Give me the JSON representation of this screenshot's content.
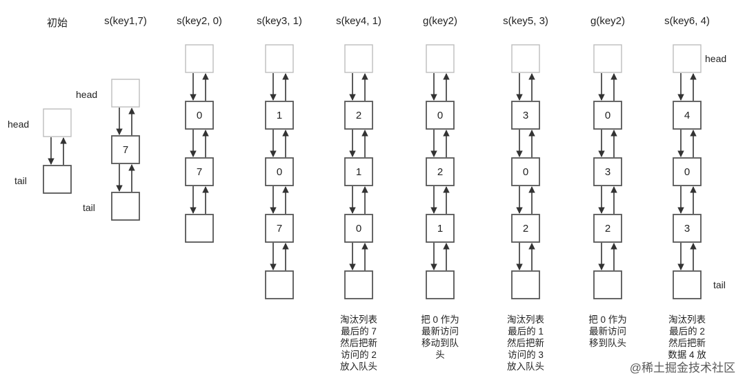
{
  "columns": [
    {
      "title": "初始",
      "nodes": [
        "",
        ""
      ],
      "ghost_head": true,
      "head_label": "head",
      "tail_label": "tail"
    },
    {
      "title": "s(key1,7)",
      "nodes": [
        "",
        "7",
        ""
      ],
      "ghost_head": true,
      "head_label": "head",
      "tail_label": "tail"
    },
    {
      "title": "s(key2, 0)",
      "nodes": [
        "",
        "0",
        "7",
        ""
      ],
      "ghost_head": true
    },
    {
      "title": "s(key3, 1)",
      "nodes": [
        "",
        "1",
        "0",
        "7",
        ""
      ],
      "ghost_head": true
    },
    {
      "title": "s(key4, 1)",
      "nodes": [
        "",
        "2",
        "1",
        "0",
        ""
      ],
      "ghost_head": true,
      "note": [
        "淘汰列表",
        "最后的 7",
        "然后把新",
        "访问的 2",
        "放入队头"
      ]
    },
    {
      "title": "g(key2)",
      "nodes": [
        "",
        "0",
        "2",
        "1",
        ""
      ],
      "ghost_head": true,
      "note": [
        "把 0 作为",
        "最新访问",
        "移动到队",
        "头"
      ]
    },
    {
      "title": "s(key5, 3)",
      "nodes": [
        "",
        "3",
        "0",
        "2",
        ""
      ],
      "ghost_head": true,
      "note": [
        "淘汰列表",
        "最后的 1",
        "然后把新",
        "访问的 3",
        "放入队头"
      ]
    },
    {
      "title": "g(key2)",
      "nodes": [
        "",
        "0",
        "3",
        "2",
        ""
      ],
      "ghost_head": true,
      "note": [
        "把 0 作为",
        "最新访问",
        "移到队头"
      ]
    },
    {
      "title": "s(key6, 4)",
      "nodes": [
        "",
        "4",
        "0",
        "3",
        ""
      ],
      "ghost_head": true,
      "head_label": "head",
      "tail_label": "tail",
      "note": [
        "淘汰列表",
        "最后的 2",
        "然后把新",
        "数据 4 放"
      ]
    }
  ],
  "watermark": "@稀土掘金技术社区",
  "colors": {
    "box": "#555555",
    "ghost_box": "#bdbdbd",
    "arrow": "#333333",
    "text": "#222222"
  }
}
